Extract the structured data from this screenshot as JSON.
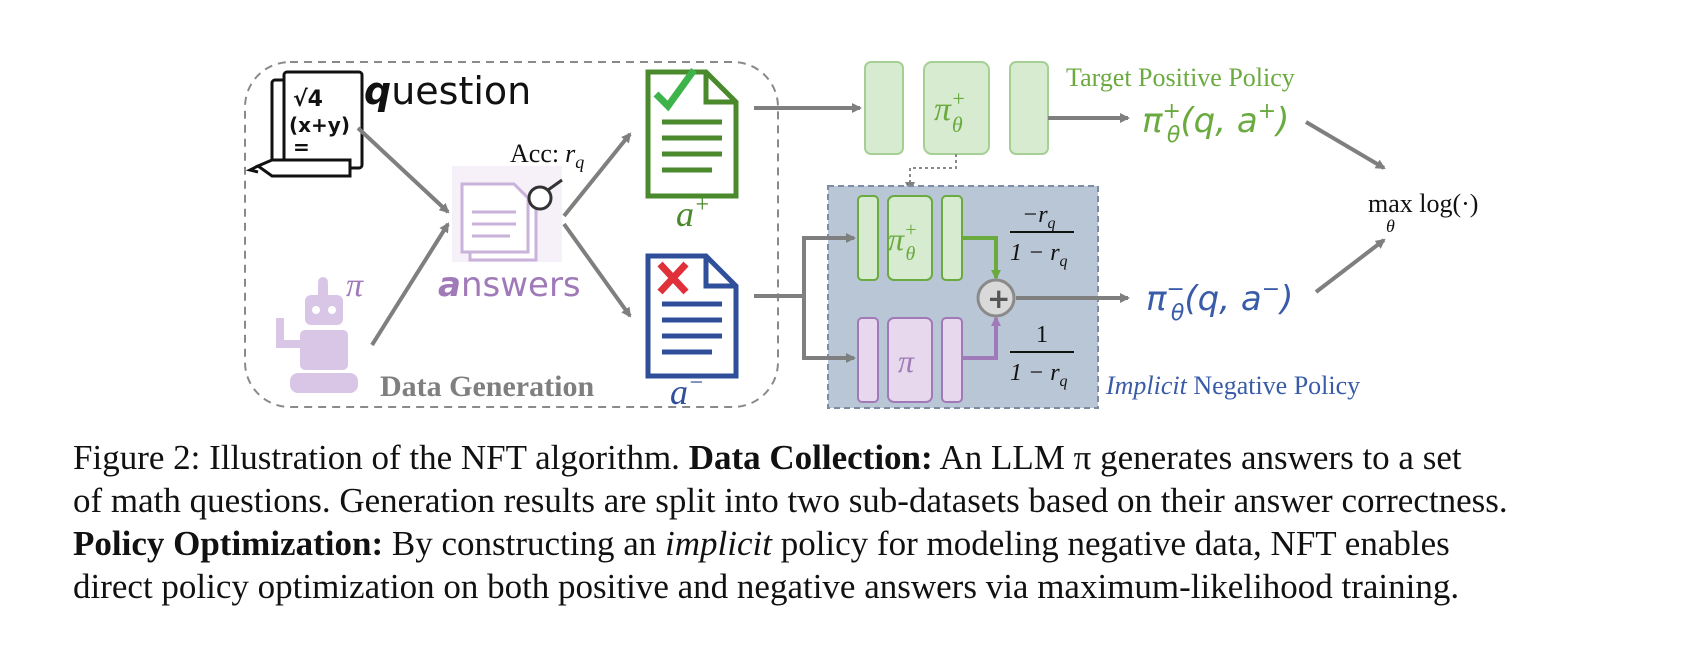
{
  "figure": {
    "question_label_bold": "q",
    "question_label_rest": "uestion",
    "question_icon_text": [
      "√4",
      "(x+y)",
      "="
    ],
    "acc_label": "Acc:",
    "acc_var": "r",
    "acc_sub": "q",
    "answers_label_bold": "a",
    "answers_label_rest": "nswers",
    "policy_symbol": "π",
    "data_generation_label": "Data Generation",
    "a_plus": "a",
    "a_plus_sup": "+",
    "a_minus": "a",
    "a_minus_sup": "−",
    "target_policy_label": "Target Positive Policy",
    "pi_theta_plus": "π",
    "theta": "θ",
    "plus_sup": "+",
    "minus_sup": "−",
    "target_output_args": "(q, a",
    "target_output_close": ")",
    "negative_output_args": "(q, a",
    "negative_output_close": ")",
    "max_label": "max log(·)",
    "max_sub": "θ",
    "frac1_num": "−r",
    "frac1_num_sub": "q",
    "frac1_den": "1 − r",
    "frac1_den_sub": "q",
    "frac2_num": "1",
    "frac2_den": "1 − r",
    "frac2_den_sub": "q",
    "implicit_label_italic": "Implicit",
    "implicit_label_rest": " Negative Policy",
    "plus_circle": "+",
    "colors": {
      "green": "#6aaa3f",
      "green_fill": "#d6ebd0",
      "purple": "#a07ab8",
      "purple_fill": "#e8d8ee",
      "blue": "#3a5ca8",
      "gray": "#7f7f7f",
      "panel_fill": "#b9c6d6"
    }
  },
  "caption": {
    "line1_a": "Figure 2:  Illustration of the NFT algorithm. ",
    "line1_b": "Data Collection:",
    "line1_c": " An LLM π generates answers to a set",
    "line2": "of math questions. Generation results are split into two sub-datasets based on their answer correctness.",
    "line3_a": "Policy Optimization:",
    "line3_b": " By constructing an ",
    "line3_c": "implicit",
    "line3_d": " policy for modeling negative data, NFT enables",
    "line4": "direct policy optimization on both positive and negative answers via maximum-likelihood training."
  }
}
